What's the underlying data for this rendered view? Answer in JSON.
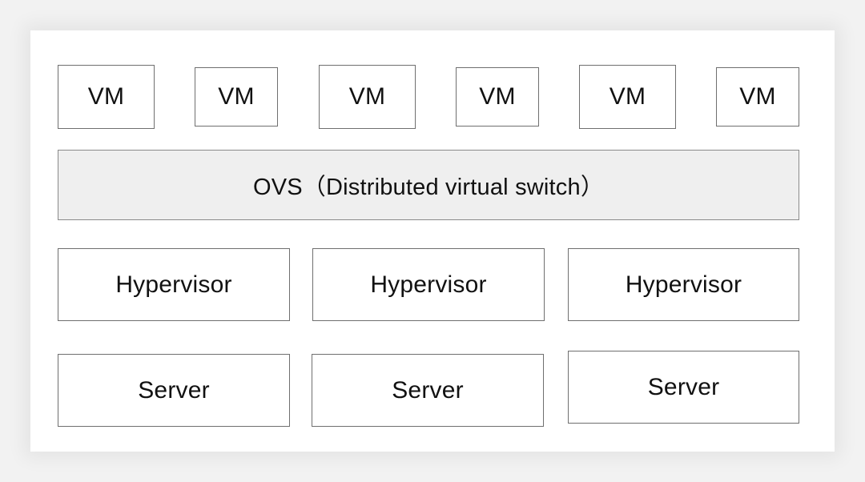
{
  "diagram": {
    "vms": [
      {
        "label": "VM"
      },
      {
        "label": "VM"
      },
      {
        "label": "VM"
      },
      {
        "label": "VM"
      },
      {
        "label": "VM"
      },
      {
        "label": "VM"
      }
    ],
    "ovs": {
      "label": "OVS（Distributed virtual switch）"
    },
    "hypervisors": [
      {
        "label": "Hypervisor"
      },
      {
        "label": "Hypervisor"
      },
      {
        "label": "Hypervisor"
      }
    ],
    "servers": [
      {
        "label": "Server"
      },
      {
        "label": "Server"
      },
      {
        "label": "Server"
      }
    ],
    "colors": {
      "background": "#ffffff",
      "ovs_fill": "#efefef",
      "border": "#6f6f6f",
      "text": "#111111"
    }
  }
}
